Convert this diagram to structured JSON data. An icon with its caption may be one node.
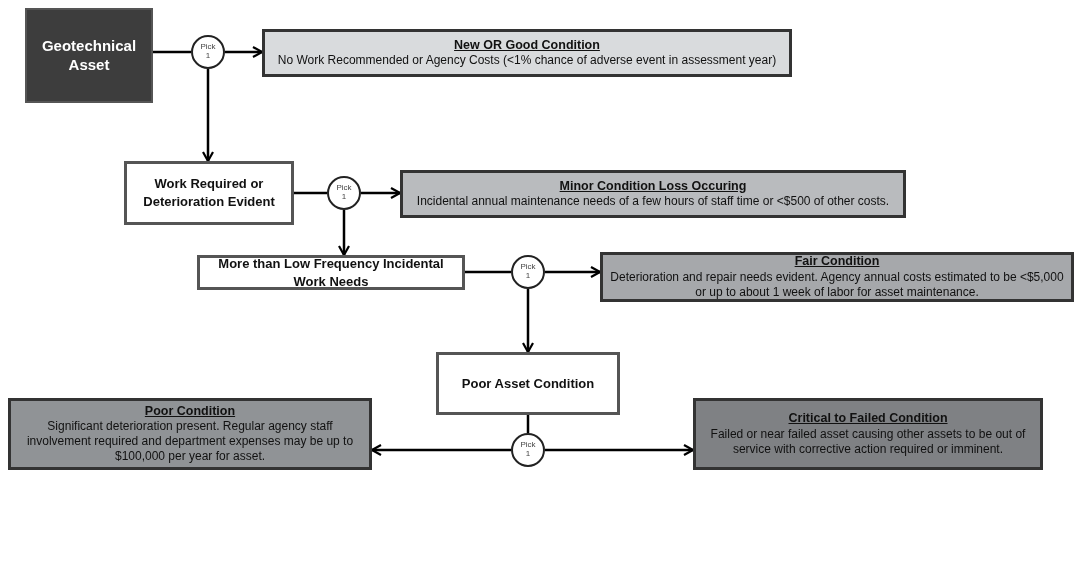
{
  "diagram": {
    "nodes": [
      {
        "text": [
          "Geotechnical Asset"
        ]
      },
      {
        "text": [
          "Pick 1"
        ]
      },
      {
        "text": [
          "New OR Good Condition",
          "No Work Recommended or Agency Costs (<1% chance of adverse event in assessment year)"
        ]
      },
      {
        "text": [
          "Work Required or Deterioration Evident"
        ]
      },
      {
        "text": [
          "Pick 1"
        ]
      },
      {
        "text": [
          "Minor Condition Loss Occuring",
          "Incidental annual maintenance needs of a few hours of staff time or <$500 of other costs."
        ]
      },
      {
        "text": [
          "More than Low Frequency Incidental Work Needs"
        ]
      },
      {
        "text": [
          "Pick 1"
        ]
      },
      {
        "text": [
          "Fair Condition",
          "Deterioration and repair needs evident.  Agency annual costs estimated to be <$5,000 or up to about 1 week of labor for asset maintenance."
        ]
      },
      {
        "text": [
          "Poor Asset Condition"
        ]
      },
      {
        "text": [
          "Pick 1"
        ]
      },
      {
        "text": [
          "Poor Condition",
          "Significant deterioration present.  Regular agency staff involvement required and department expenses may be up to $100,000 per year for asset."
        ]
      },
      {
        "text": [
          "Critical to Failed Condition",
          "Failed or near failed asset causing other assets to be out of service with corrective action required or imminent."
        ]
      }
    ],
    "edges": [
      {
        "from": 0,
        "to": 1,
        "arrow": "none"
      },
      {
        "from": 1,
        "to": 2,
        "arrow": "to"
      },
      {
        "from": 1,
        "to": 3,
        "arrow": "to"
      },
      {
        "from": 3,
        "to": 4,
        "arrow": "none"
      },
      {
        "from": 4,
        "to": 5,
        "arrow": "to"
      },
      {
        "from": 4,
        "to": 6,
        "arrow": "to"
      },
      {
        "from": 6,
        "to": 7,
        "arrow": "none"
      },
      {
        "from": 7,
        "to": 8,
        "arrow": "to"
      },
      {
        "from": 7,
        "to": 9,
        "arrow": "to"
      },
      {
        "from": 9,
        "to": 10,
        "arrow": "none"
      },
      {
        "from": 10,
        "to": 11,
        "arrow": "to"
      },
      {
        "from": 10,
        "to": 12,
        "arrow": "to"
      }
    ]
  }
}
